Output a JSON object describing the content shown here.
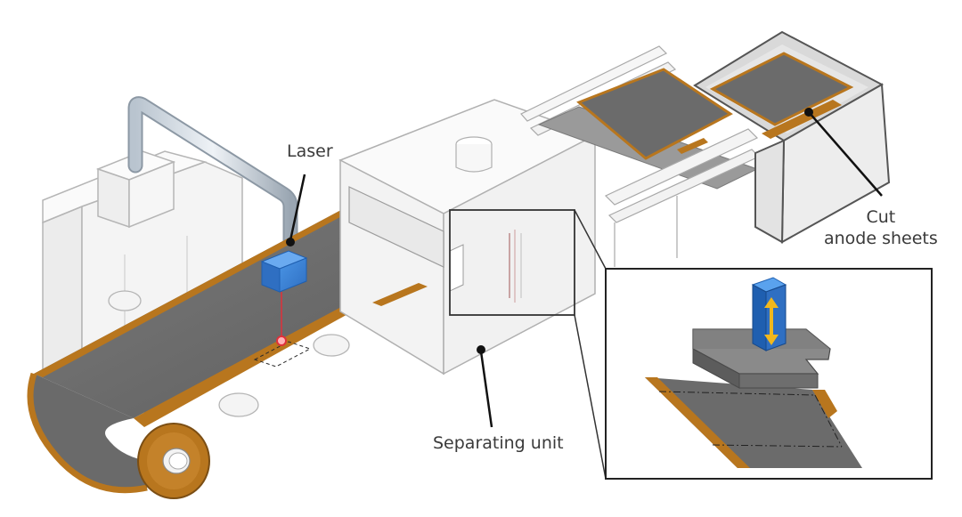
{
  "labels": {
    "laser": "Laser",
    "separating_unit": "Separating unit",
    "cut_anode_sheets_line1": "Cut",
    "cut_anode_sheets_line2": "anode sheets"
  },
  "colors": {
    "electrode": "#6b6b6b",
    "coating_edge": "#b8761e",
    "machine_fill": "#f3f3f3",
    "machine_stroke": "#b5b5b5",
    "laser_head": "#3b82d6",
    "laser_beam": "#e0303a",
    "punch_actuator": "#1f5fb0",
    "arrow": "#f2b81c"
  },
  "icons": {
    "laser_head": "blue-laser-head-icon",
    "actuator_arrow": "double-vertical-arrow-icon"
  }
}
